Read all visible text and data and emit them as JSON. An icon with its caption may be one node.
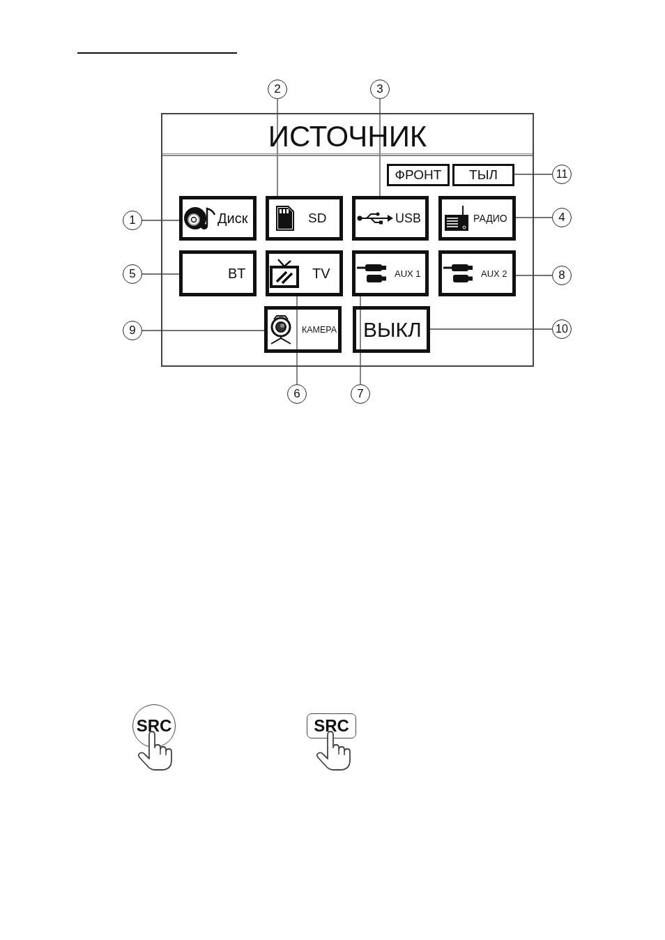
{
  "diagram": {
    "nodes": [
      {
        "text": [
          "ИСТОЧНИК"
        ]
      },
      {
        "text": [
          "ФРОНТ"
        ],
        "in": 0
      },
      {
        "text": [
          "ТЫЛ"
        ],
        "in": 0
      },
      {
        "text": [
          "Диск"
        ],
        "in": 0
      },
      {
        "text": [
          "SD"
        ],
        "in": 0
      },
      {
        "text": [
          "USB"
        ],
        "in": 0
      },
      {
        "text": [
          "РАДИО"
        ],
        "in": 0
      },
      {
        "text": [
          "BT"
        ],
        "in": 0
      },
      {
        "text": [
          "TV"
        ],
        "in": 0
      },
      {
        "text": [
          "AUX 1"
        ],
        "in": 0
      },
      {
        "text": [
          "AUX 2"
        ],
        "in": 0
      },
      {
        "text": [
          "КАМЕРА"
        ],
        "in": 0
      },
      {
        "text": [
          "ВЫКЛ"
        ],
        "in": 0
      },
      {
        "text": [
          "2"
        ]
      },
      {
        "text": [
          "3"
        ]
      },
      {
        "text": [
          "11"
        ]
      },
      {
        "text": [
          "1"
        ]
      },
      {
        "text": [
          "4"
        ]
      },
      {
        "text": [
          "5"
        ]
      },
      {
        "text": [
          "8"
        ]
      },
      {
        "text": [
          "9"
        ]
      },
      {
        "text": [
          "10"
        ]
      },
      {
        "text": [
          "6"
        ]
      },
      {
        "text": [
          "7"
        ]
      },
      {
        "text": [
          "SRC"
        ]
      },
      {
        "text": [
          "SRC"
        ]
      }
    ],
    "edges": [
      {
        "from": 13,
        "to": 4,
        "arrow": "none"
      },
      {
        "from": 14,
        "to": 5,
        "arrow": "none"
      },
      {
        "from": 15,
        "to": 2,
        "arrow": "none"
      },
      {
        "from": 16,
        "to": 3,
        "arrow": "none"
      },
      {
        "from": 17,
        "to": 6,
        "arrow": "none"
      },
      {
        "from": 18,
        "to": 7,
        "arrow": "none"
      },
      {
        "from": 19,
        "to": 10,
        "arrow": "none"
      },
      {
        "from": 20,
        "to": 11,
        "arrow": "none"
      },
      {
        "from": 21,
        "to": 12,
        "arrow": "none"
      },
      {
        "from": 22,
        "to": 8,
        "arrow": "none"
      },
      {
        "from": 23,
        "to": 9,
        "arrow": "none"
      }
    ]
  }
}
